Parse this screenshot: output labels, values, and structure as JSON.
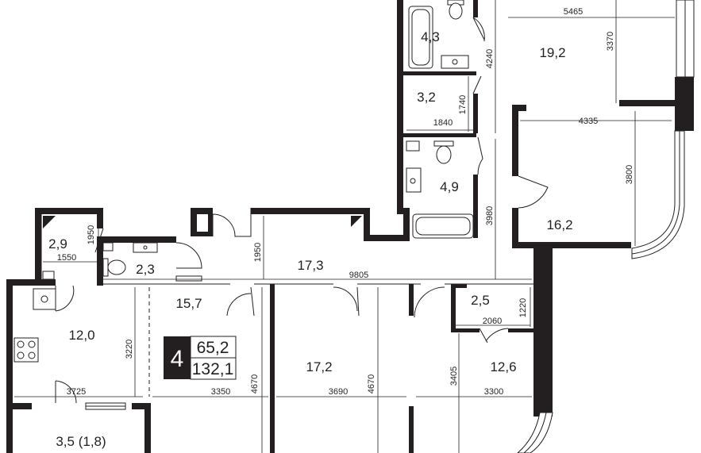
{
  "unit": {
    "rooms_count": "4",
    "living_area": "65,2",
    "total_area": "132,1"
  },
  "rooms": {
    "bath_top": "4,3",
    "master_bedroom": "19,2",
    "wc_small": "3,2",
    "bath_middle": "4,9",
    "bedroom_right": "16,2",
    "storage": "2,9",
    "wc_left": "2,3",
    "corridor": "17,3",
    "hall": "15,7",
    "kitchen": "12,0",
    "closet": "2,5",
    "bedroom_small": "12,6",
    "bedroom_middle": "17,2",
    "balcony": "3,5 (1,8)"
  },
  "dimensions": {
    "d5465": "5465",
    "d3370": "3370",
    "d4240": "4240",
    "d1740": "1740",
    "d1840": "1840",
    "d4335": "4335",
    "d3800": "3800",
    "d3980": "3980",
    "d1950a": "1950",
    "d1550": "1550",
    "d1950b": "1950",
    "d9805": "9805",
    "d1220": "1220",
    "d2060": "2060",
    "d3220": "3220",
    "d3725": "3725",
    "d3350": "3350",
    "d4670a": "4670",
    "d3690": "3690",
    "d4670b": "4670",
    "d3405": "3405",
    "d3300": "3300"
  }
}
